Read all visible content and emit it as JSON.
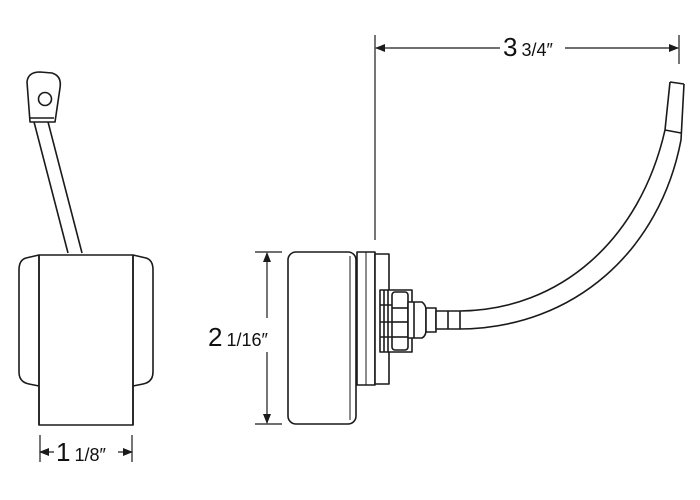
{
  "dimensions": {
    "overall_length": {
      "whole": "3",
      "fraction": "3/4″"
    },
    "height": {
      "whole": "2",
      "fraction": "1/16″"
    },
    "front_width": {
      "whole": "1",
      "fraction": "1/8″"
    }
  },
  "colors": {
    "stroke": "#1a1a1a",
    "background": "#ffffff"
  }
}
